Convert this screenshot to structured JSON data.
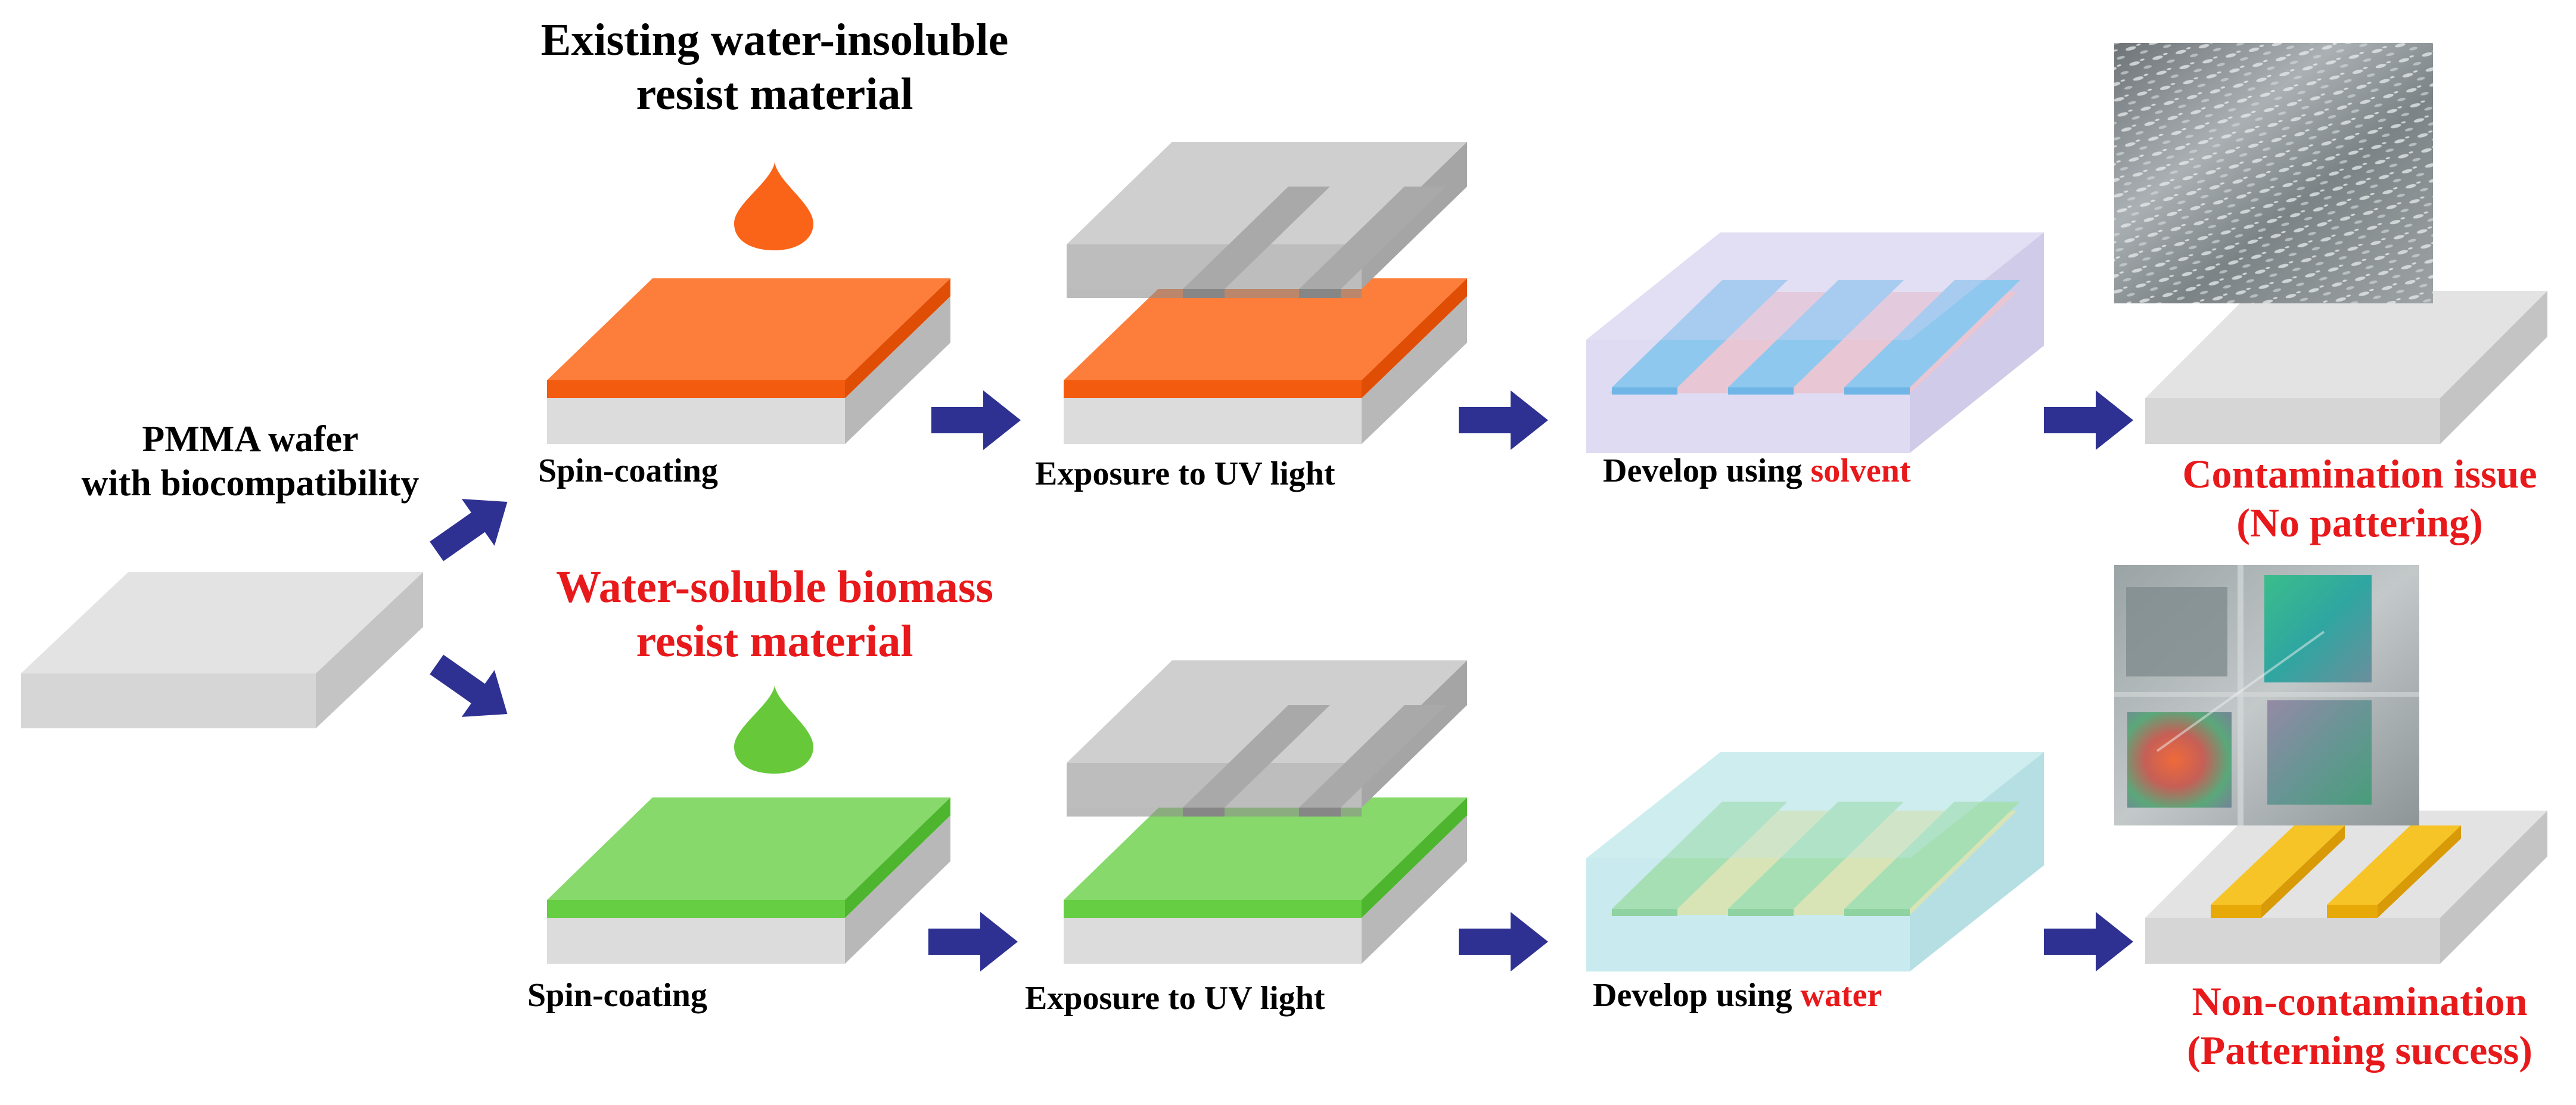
{
  "colors": {
    "red_text": "#e8191b",
    "arrow": "#2e3192",
    "orange_resist": "#fd7e3a",
    "green_resist": "#7ad65c",
    "wafer_gray": "#dcdcdc",
    "mask_gray": "#b5b5b5",
    "pattern_blue": "#8ec8ef",
    "pattern_yellow": "#f7c427"
  },
  "start": {
    "label_line1": "PMMA wafer",
    "label_line2": "with biocompatibility"
  },
  "top_row": {
    "heading_line1": "Existing water-insoluble",
    "heading_line2": "resist material",
    "step1": "Spin-coating",
    "step2": "Exposure to UV light",
    "step3_prefix": "Develop using ",
    "step3_highlight": "solvent",
    "result_line1": "Contamination issue",
    "result_line2": "(No pattering)"
  },
  "bottom_row": {
    "heading_line1": "Water-soluble biomass",
    "heading_line2": "resist material",
    "step1": "Spin-coating",
    "step2": "Exposure to UV light",
    "step3_prefix": "Develop using ",
    "step3_highlight": "water",
    "result_line1": "Non-contamination",
    "result_line2": "(Patterning success)"
  },
  "icons": {
    "droplet_top": "orange-droplet-icon",
    "droplet_bottom": "green-droplet-icon",
    "arrow": "right-arrow-icon",
    "photo_top": "contaminated-surface-photo",
    "photo_bottom": "iridescent-pattern-photo"
  }
}
